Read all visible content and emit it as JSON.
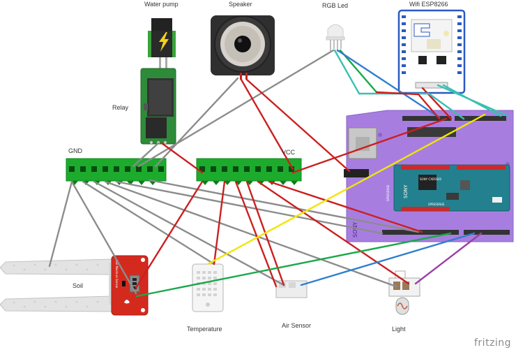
{
  "labels": {
    "water_pump": "Water pump",
    "speaker": "Speaker",
    "rgb_led": "RGB Led",
    "wifi": "Wifi ESP8266",
    "relay": "Relay",
    "gnd": "GND",
    "vcc": "VCC",
    "soil": "Soil",
    "temperature": "Temperature",
    "air_sensor": "Air Sensor",
    "light": "Light",
    "soil_sensor_text": "Soil Moisture Sensor",
    "spresense_main": "SPRESENSE",
    "spresense_sub": "SPRESENSE",
    "sony": "SONY",
    "sony_board": "SONY",
    "chip_text": "SONY CXD5602",
    "brand": "fritzing"
  },
  "colors": {
    "wire_red": "#cc1f1f",
    "wire_gray": "#8c8c8c",
    "wire_yellow": "#f2e600",
    "wire_green": "#1aa84a",
    "wire_blue": "#2f7fd0",
    "wire_cyan": "#3bbfb3",
    "wire_purple": "#9b3fa8",
    "breadboard_green": "#1cab2c",
    "relay_green": "#2e8b3a",
    "spresense_purple": "#a77ee0",
    "sony_board_teal": "#23808f",
    "soil_sensor_red": "#d42a1e"
  }
}
